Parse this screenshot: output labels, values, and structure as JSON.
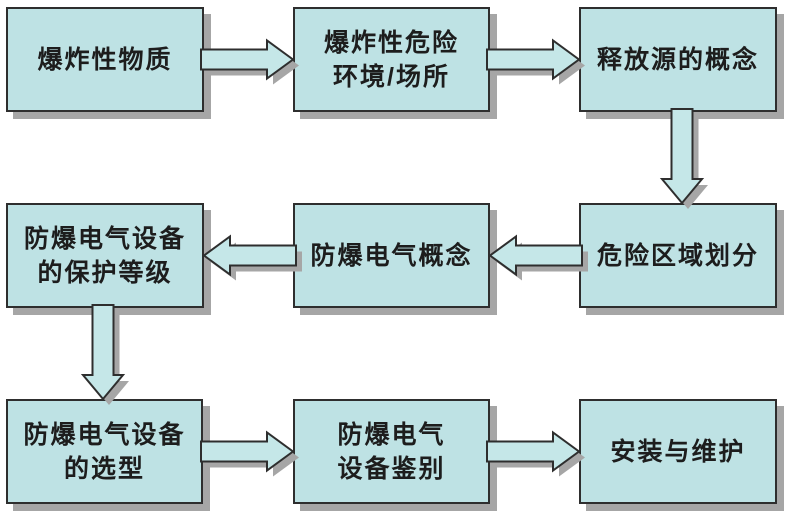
{
  "diagram": {
    "type": "flowchart",
    "background": "#ffffff",
    "colors": {
      "node_fill": "#bee2e4",
      "arrow_fill": "#c5e7e8",
      "border": "#2e2e2e",
      "shadow": "#a6a6a6",
      "text": "#1d1d1d"
    },
    "nodes": [
      {
        "id": "explosive-substances",
        "lines": [
          "爆炸性物质"
        ]
      },
      {
        "id": "explosive-hazardous-environment",
        "lines": [
          "爆炸性危险",
          "环境/场所"
        ]
      },
      {
        "id": "release-source-concept",
        "lines": [
          "释放源的概念"
        ]
      },
      {
        "id": "hazardous-area-division",
        "lines": [
          "危险区域划分"
        ]
      },
      {
        "id": "explosion-proof-electrical-concept",
        "lines": [
          "防爆电气概念"
        ]
      },
      {
        "id": "equipment-protection-level",
        "lines": [
          "防爆电气设备",
          "的保护等级"
        ]
      },
      {
        "id": "equipment-selection",
        "lines": [
          "防爆电气设备",
          "的选型"
        ]
      },
      {
        "id": "equipment-identification",
        "lines": [
          "防爆电气",
          "设备鉴别"
        ]
      },
      {
        "id": "installation-and-maintenance",
        "lines": [
          "安装与维护"
        ]
      }
    ],
    "arrows": [
      {
        "from": "explosive-substances",
        "to": "explosive-hazardous-environment",
        "direction": "right"
      },
      {
        "from": "explosive-hazardous-environment",
        "to": "release-source-concept",
        "direction": "right"
      },
      {
        "from": "release-source-concept",
        "to": "hazardous-area-division",
        "direction": "down"
      },
      {
        "from": "hazardous-area-division",
        "to": "explosion-proof-electrical-concept",
        "direction": "left"
      },
      {
        "from": "explosion-proof-electrical-concept",
        "to": "equipment-protection-level",
        "direction": "left"
      },
      {
        "from": "equipment-protection-level",
        "to": "equipment-selection",
        "direction": "down"
      },
      {
        "from": "equipment-selection",
        "to": "equipment-identification",
        "direction": "right"
      },
      {
        "from": "equipment-identification",
        "to": "installation-and-maintenance",
        "direction": "right"
      }
    ]
  }
}
